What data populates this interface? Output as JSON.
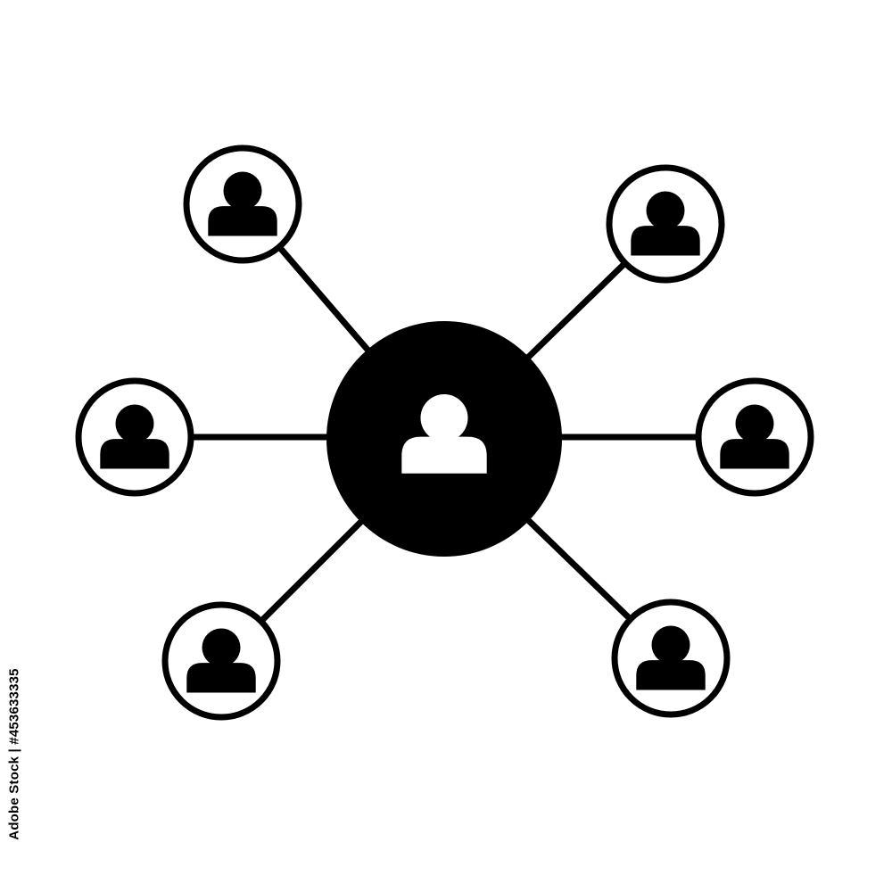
{
  "colors": {
    "background": "#ffffff",
    "stroke": "#000000",
    "center_fill": "#000000",
    "center_icon": "#ffffff",
    "node_fill": "#ffffff",
    "node_icon": "#000000"
  },
  "diagram": {
    "center_node": {
      "icon": "person-icon"
    },
    "peripheral_nodes": [
      {
        "id": "top-left",
        "icon": "person-icon"
      },
      {
        "id": "top-right",
        "icon": "person-icon"
      },
      {
        "id": "middle-left",
        "icon": "person-icon"
      },
      {
        "id": "middle-right",
        "icon": "person-icon"
      },
      {
        "id": "bottom-left",
        "icon": "person-icon"
      },
      {
        "id": "bottom-right",
        "icon": "person-icon"
      }
    ]
  },
  "stock_id": "Adobe Stock | #453633335"
}
